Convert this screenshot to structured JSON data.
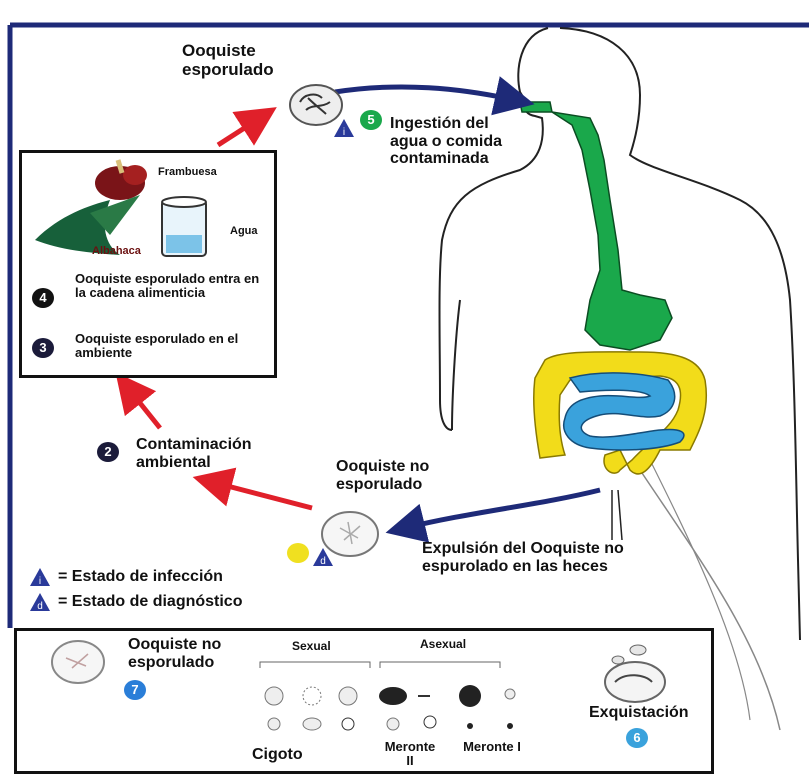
{
  "top": {
    "sporulated_oocyst": "Ooquiste esporulado",
    "ingestion": "Ingestión del agua o comida contaminada",
    "step5": "5"
  },
  "food_box": {
    "frambuesa": "Frambuesa",
    "albahaca": "Albahaca",
    "agua": "Agua",
    "item4_label": "Ooquiste esporulado entra en la cadena alimenticia",
    "item4_num": "4",
    "item3_label": "Ooquiste esporulado en el ambiente",
    "item3_num": "3"
  },
  "middle": {
    "step2": "2",
    "contamination": "Contaminación ambiental",
    "unsporulated_oocyst": "Ooquiste no esporulado",
    "expulsion": "Expulsión del Ooquiste no espurolado en las heces"
  },
  "legend": {
    "infection": "= Estado de infección",
    "diagnostic": "= Estado de diagnóstico"
  },
  "bottom_box": {
    "unsporulated_oocyst": "Ooquiste no esporulado",
    "step7": "7",
    "sexual": "Sexual",
    "asexual": "Asexual",
    "cigoto": "Cigoto",
    "meronte_2": "Meronte II",
    "meronte_1": "Meronte I",
    "exquistacion": "Exquistación",
    "step6": "6"
  },
  "colors": {
    "esophagus_stomach": "#1aa84b",
    "large_intestine": "#f2dc1a",
    "small_intestine": "#3aa2dc",
    "arrow_red": "#e0202a",
    "arrow_blue": "#1e2a78"
  }
}
